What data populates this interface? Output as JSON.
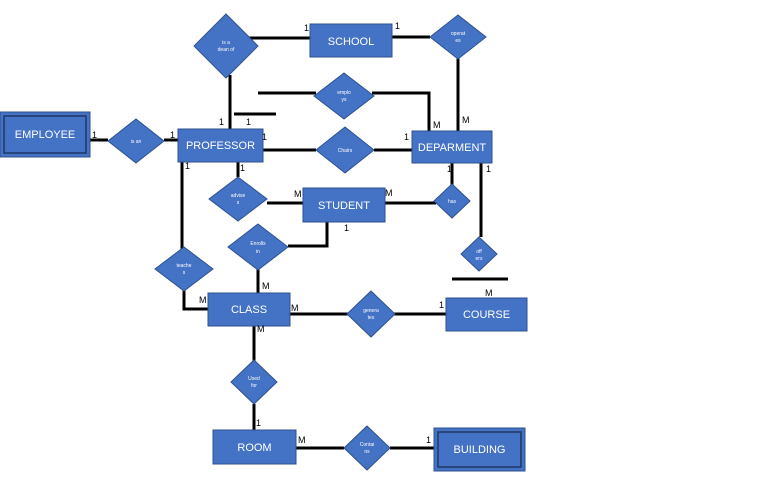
{
  "colors": {
    "fill": "#4472c4",
    "stroke": "#2f528f",
    "line": "#000000",
    "text": "#ffffff"
  },
  "entities": {
    "employee": "EMPLOYEE",
    "professor": "PROFESSOR",
    "school": "SCHOOL",
    "department": "DEPARMENT",
    "student": "STUDENT",
    "class": "CLASS",
    "course": "COURSE",
    "room": "ROOM",
    "building": "BUILDING"
  },
  "relationships": {
    "is_a_dean_of": [
      "is a",
      "dean of"
    ],
    "operates": [
      "operat",
      "es"
    ],
    "employs": [
      "emplo",
      "ys"
    ],
    "is_an": [
      "is an"
    ],
    "chairs": [
      "Chairs"
    ],
    "advises": [
      "advise",
      "s"
    ],
    "has": [
      "has"
    ],
    "enrolls_in": [
      "Enrolls",
      "in"
    ],
    "teaches": [
      "teache",
      "s"
    ],
    "offers": [
      "off",
      "ers"
    ],
    "generates": [
      "genera",
      "tes"
    ],
    "used_for": [
      "Used",
      "for"
    ],
    "contains": [
      "Contai",
      "ns"
    ]
  },
  "cardinalities": {
    "school_dean": "1",
    "school_operates": "1",
    "prof_dean_a": "1",
    "prof_dean_b": "1",
    "dept_employs": "M",
    "dept_operates": "M",
    "employee_isan": "1",
    "prof_isan": "1",
    "prof_chairs": "1",
    "dept_chairs": "1",
    "prof_advises": "1",
    "student_advises": "M",
    "student_has": "M",
    "dept_has": "1",
    "dept_offers": "1",
    "prof_teaches": "1",
    "student_enrolls": "1",
    "class_enrolls": "M",
    "class_teaches": "M",
    "class_generates": "M",
    "course_generates": "1",
    "course_offers": "M",
    "class_usedfor": "M",
    "room_usedfor": "1",
    "room_contains": "M",
    "building_contains": "1"
  }
}
